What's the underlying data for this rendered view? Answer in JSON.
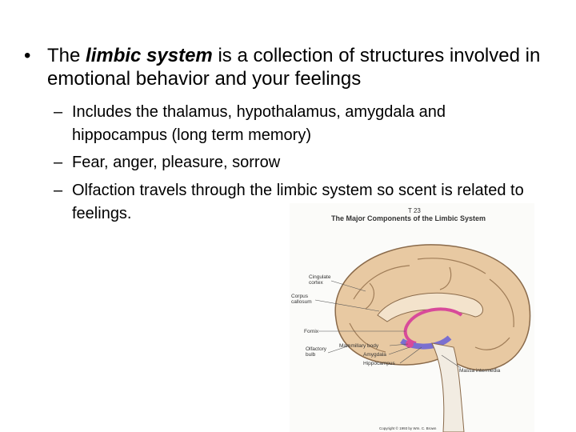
{
  "main_bullet": {
    "prefix": "The ",
    "emphasis": "limbic system",
    "suffix": " is a collection of structures involved in emotional behavior and your feelings"
  },
  "sub_bullets": [
    "Includes the thalamus, hypothalamus, amygdala and hippocampus (long term memory)",
    "Fear, anger, pleasure, sorrow",
    "Olfaction travels through the limbic system so scent is related to feelings."
  ],
  "figure": {
    "tag": "T 23",
    "title": "The Major Components of the Limbic System",
    "labels": {
      "cingulate": "Cingulate",
      "cortex": "cortex",
      "corpus": "Corpus",
      "callosum": "callosum",
      "fornix": "Fornix",
      "olfactory": "Olfactory",
      "bulb": "bulb",
      "mammillary": "Mammillary body",
      "amygdala": "Amygdala",
      "hippocampus": "Hippocampus",
      "massa": "Massa intermedia"
    },
    "copyright": "Copyright © 1993 by Wm. C. Brown"
  },
  "colors": {
    "brain": "#e8c9a2",
    "brain_outline": "#8a6a4a",
    "fornix": "#d84a9a",
    "hippocampus": "#7a6fd0",
    "brainstem": "#f2ece2"
  }
}
